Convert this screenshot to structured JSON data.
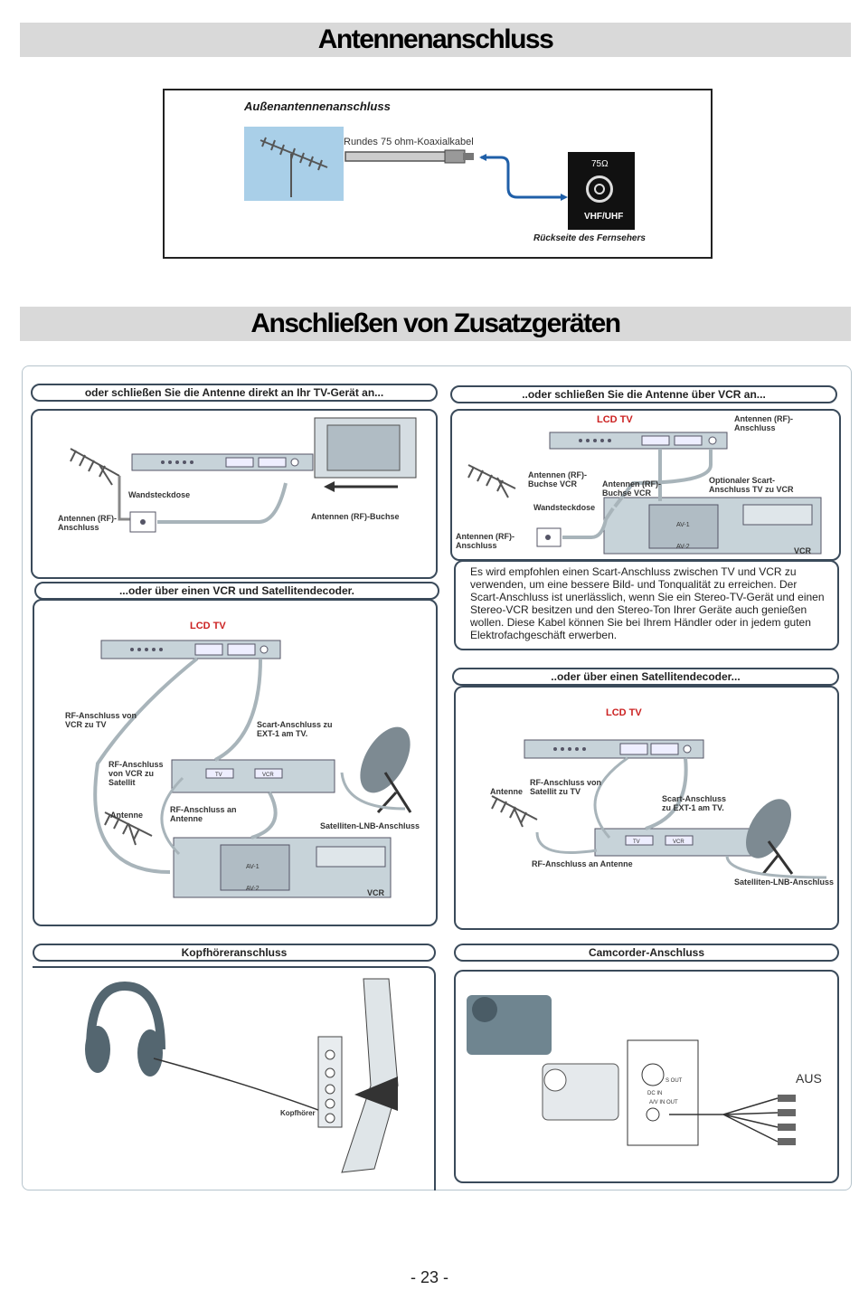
{
  "antenna_section": {
    "title": "Antennenanschluss",
    "subtitle": "Außenantennenanschluss",
    "cable_label": "Rundes 75 ohm-Koaxialkabel",
    "ohm_label": "75Ω",
    "port_label": "VHF/UHF",
    "rear_label": "Rückseite des Fernsehers"
  },
  "devices_section": {
    "title": "Anschließen von Zusatzgeräten",
    "direct": {
      "heading": "oder schließen Sie die Antenne direkt an Ihr TV-Gerät an...",
      "wall_socket": "Wandsteckdose",
      "rf_connection": "Antennen (RF)-Anschluss",
      "rf_socket": "Antennen (RF)-Buchse"
    },
    "via_vcr": {
      "heading": "..oder schließen Sie die Antenne über VCR an...",
      "lcd_label": "LCD TV",
      "rf_connection_top": "Antennen (RF)-Anschluss",
      "rf_socket_vcr": "Antennen (RF)-Buchse VCR",
      "rf_socket_vcr2": "Antennen (RF)-Buchse VCR",
      "optional_scart": "Optionaler Scart-Anschluss TV zu VCR",
      "wall_socket": "Wandsteckdose",
      "rf_connection": "Antennen (RF)-Anschluss",
      "vcr_label": "VCR",
      "av1": "AV-1",
      "av2": "AV-2"
    },
    "note": "Es wird empfohlen einen Scart-Anschluss zwischen TV und VCR zu verwenden, um eine bessere Bild- und Tonqualität zu erreichen. Der Scart-Anschluss ist unerlässlich, wenn Sie ein Stereo-TV-Gerät und einen Stereo-VCR besitzen und den Stereo-Ton Ihrer Geräte auch genießen wollen. Diese Kabel können Sie bei Ihrem Händler oder in jedem guten Elektrofachgeschäft erwerben.",
    "vcr_sat": {
      "heading": "...oder über einen VCR und Satellitendecoder.",
      "lcd_label": "LCD TV",
      "rf_vcr_tv": "RF-Anschluss von VCR zu TV",
      "scart_ext1": "Scart-Anschluss zu EXT-1 am TV.",
      "rf_vcr_sat": "RF-Anschluss von VCR zu Satellit",
      "antenna": "Antenne",
      "rf_antenna": "RF-Anschluss an Antenne",
      "lnb": "Satelliten-LNB-Anschluss",
      "vcr_label": "VCR",
      "tv_tag": "TV",
      "vcr_tag": "VCR",
      "av1": "AV-1",
      "av2": "AV-2"
    },
    "sat": {
      "heading": "..oder über einen Satellitendecoder...",
      "lcd_label": "LCD TV",
      "antenna": "Antenne",
      "rf_sat_tv": "RF-Anschluss von Satellit zu TV",
      "scart_ext1": "Scart-Anschluss zu EXT-1 am TV.",
      "rf_antenna": "RF-Anschluss an Antenne",
      "lnb": "Satelliten-LNB-Anschluss",
      "tv_tag": "TV",
      "vcr_tag": "VCR"
    },
    "headphones": {
      "heading": "Kopfhöreranschluss",
      "label": "Kopfhörer"
    },
    "camcorder": {
      "heading": "Camcorder-Anschluss",
      "aus": "AUS",
      "dc_in": "DC IN",
      "av_in_out": "A/V IN OUT",
      "s_out": "S OUT"
    }
  },
  "page_number": "- 23 -",
  "colors": {
    "banner": "#d9d9d9",
    "cable_blue": "#1f5fa8",
    "panel_border": "#3a4a5a",
    "lcd_red": "#cc2222",
    "device_fill": "#c7d3d9",
    "sky_blue": "#a9cfe8"
  }
}
